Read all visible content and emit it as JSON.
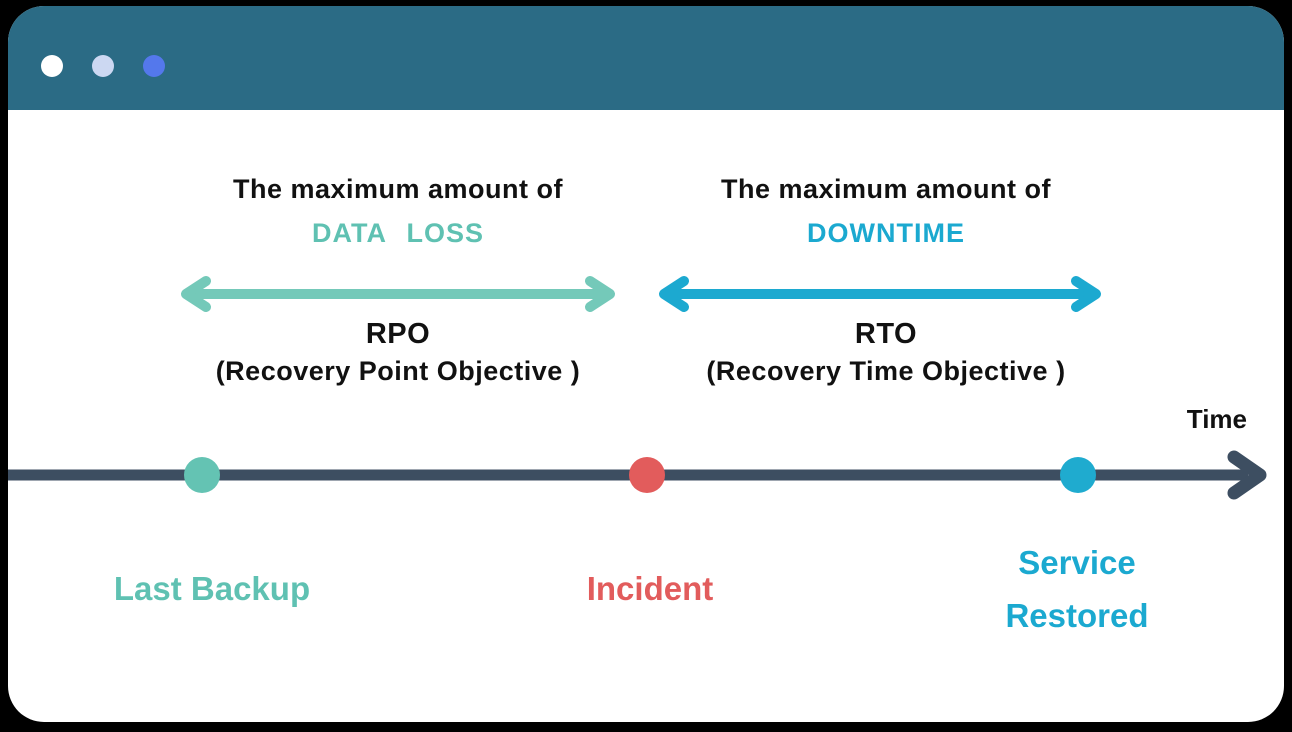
{
  "window": {
    "titlebar": {
      "dots": [
        {
          "name": "window-dot-1",
          "color": "#ffffff"
        },
        {
          "name": "window-dot-2",
          "color": "#ccd8f2"
        },
        {
          "name": "window-dot-3",
          "color": "#5478ec"
        }
      ],
      "color": "#2b6b85"
    }
  },
  "diagram": {
    "rpo": {
      "heading_line1": "The maximum amount of",
      "keyword": "DATA LOSS",
      "acronym": "RPO",
      "full_name": "(Recovery Point Objective )",
      "text_color": "#5fc1b2",
      "arrow_color": "#74c9b9"
    },
    "rto": {
      "heading_line1": "The maximum amount of",
      "keyword": "DOWNTIME",
      "acronym": "RTO",
      "full_name": "(Recovery Time Objective )",
      "text_color": "#1ba9d0",
      "arrow_color": "#1ca9d0"
    },
    "timeline": {
      "axis_label": "Time",
      "axis_color": "#3d4e61",
      "events": [
        {
          "label": "Last Backup",
          "dot_color": "#64c3b3"
        },
        {
          "label": "Incident",
          "dot_color": "#e25c5c"
        },
        {
          "label": "Service Restored",
          "dot_color": "#1fabcf"
        }
      ]
    }
  }
}
